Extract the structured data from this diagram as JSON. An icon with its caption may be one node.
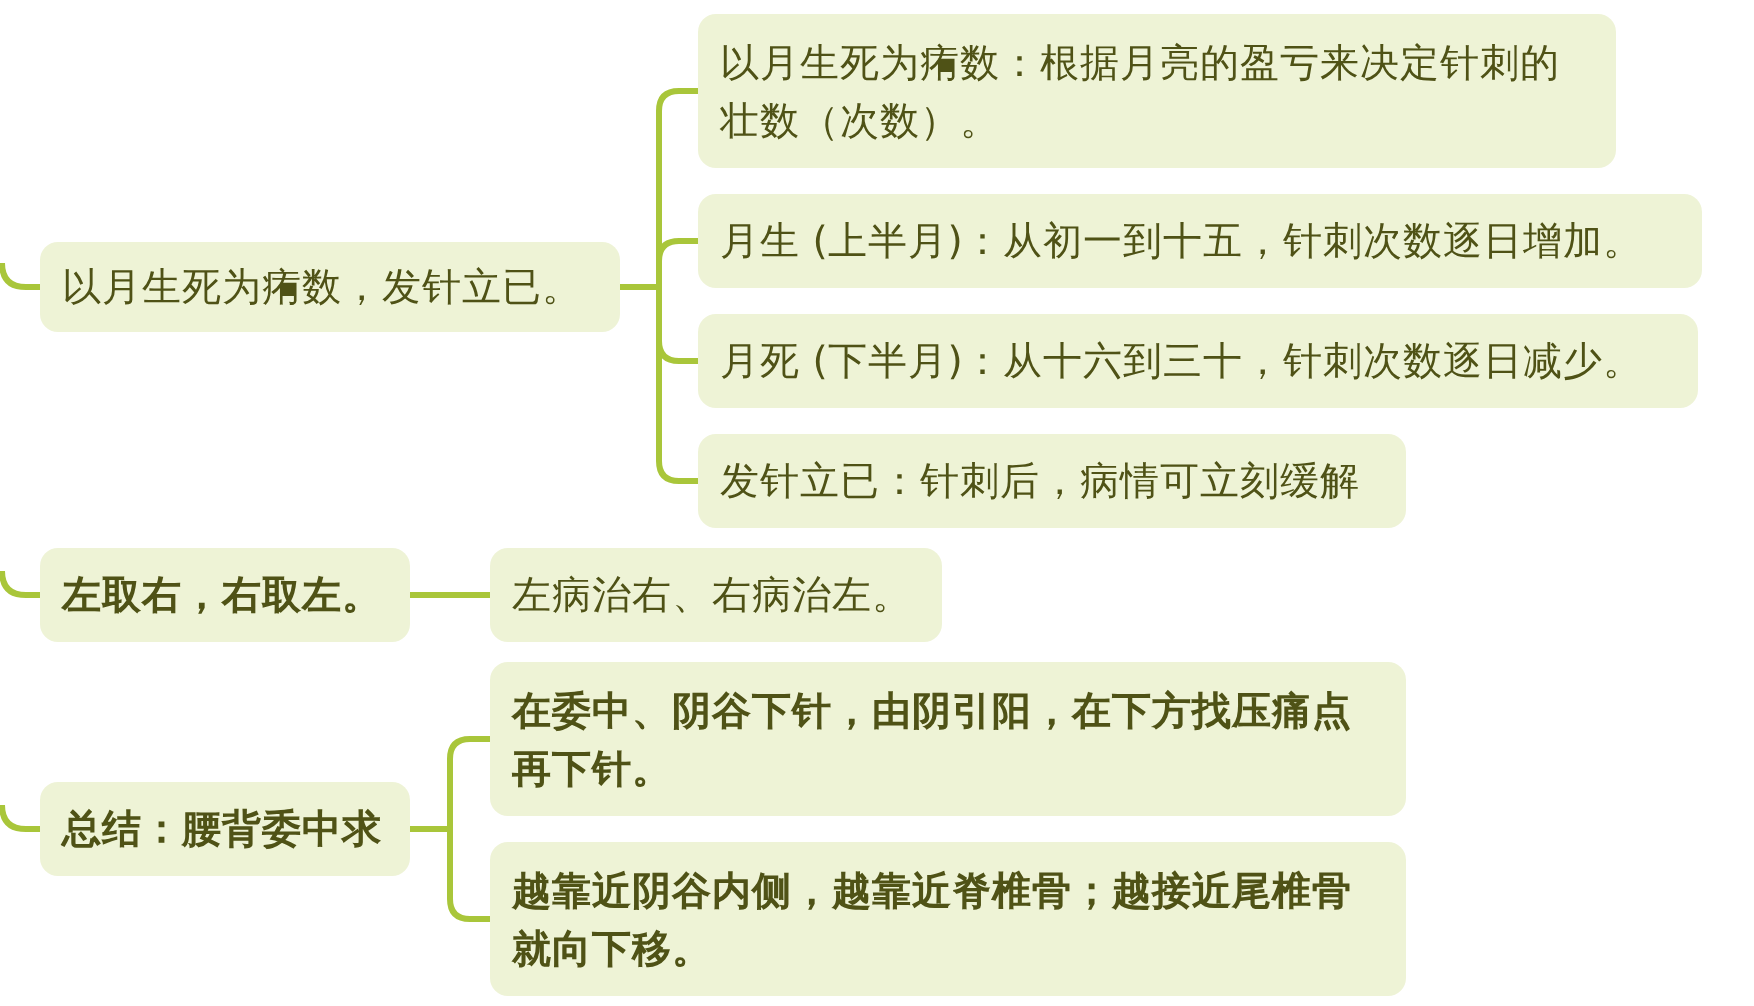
{
  "diagram": {
    "nodes": [
      {
        "text": [
          "以月生死为痏数，发针立已。"
        ]
      },
      {
        "text": [
          "以月生死为痏数：根据月亮的盈亏来决定针刺的壮数（次数）。"
        ]
      },
      {
        "text": [
          "月生 (上半月)：从初一到十五，针刺次数逐日增加。"
        ]
      },
      {
        "text": [
          "月死 (下半月)：从十六到三十，针刺次数逐日减少。"
        ]
      },
      {
        "text": [
          "发针立已：针刺后，病情可立刻缓解"
        ]
      },
      {
        "text": [
          "左取右，右取左。"
        ]
      },
      {
        "text": [
          "左病治右、右病治左。"
        ]
      },
      {
        "text": [
          "总结：腰背委中求"
        ]
      },
      {
        "text": [
          "在委中、阴谷下针，由阴引阳，在下方找压痛点再下针。"
        ]
      },
      {
        "text": [
          "越靠近阴谷内侧，越靠近脊椎骨；越接近尾椎骨就向下移。"
        ]
      }
    ],
    "edges": [
      {
        "from": null,
        "to": 0,
        "arrow": "none"
      },
      {
        "from": 0,
        "to": 1,
        "arrow": "none"
      },
      {
        "from": 0,
        "to": 2,
        "arrow": "none"
      },
      {
        "from": 0,
        "to": 3,
        "arrow": "none"
      },
      {
        "from": 0,
        "to": 4,
        "arrow": "none"
      },
      {
        "from": null,
        "to": 5,
        "arrow": "none"
      },
      {
        "from": 5,
        "to": 6,
        "arrow": "none"
      },
      {
        "from": null,
        "to": 7,
        "arrow": "none"
      },
      {
        "from": 7,
        "to": 8,
        "arrow": "none"
      },
      {
        "from": 7,
        "to": 9,
        "arrow": "none"
      }
    ]
  }
}
